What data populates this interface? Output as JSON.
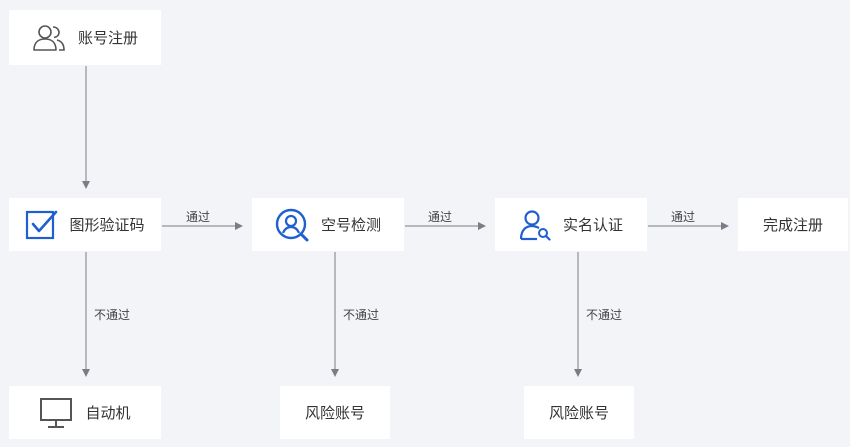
{
  "nodes": {
    "register": {
      "label": "账号注册",
      "icon": "users-icon"
    },
    "captcha": {
      "label": "图形验证码",
      "icon": "checkbox-icon"
    },
    "empty_check": {
      "label": "空号检测",
      "icon": "user-search-icon"
    },
    "realname": {
      "label": "实名认证",
      "icon": "user-magnify-icon"
    },
    "complete": {
      "label": "完成注册"
    },
    "bot": {
      "label": "自动机",
      "icon": "monitor-icon"
    },
    "risk1": {
      "label": "风险账号"
    },
    "risk2": {
      "label": "风险账号"
    }
  },
  "edges": {
    "pass1": "通过",
    "pass2": "通过",
    "pass3": "通过",
    "fail1": "不通过",
    "fail2": "不通过",
    "fail3": "不通过"
  },
  "colors": {
    "accent": "#1f5fd1",
    "arrow": "#7a7d85",
    "icon_gray": "#555555"
  }
}
